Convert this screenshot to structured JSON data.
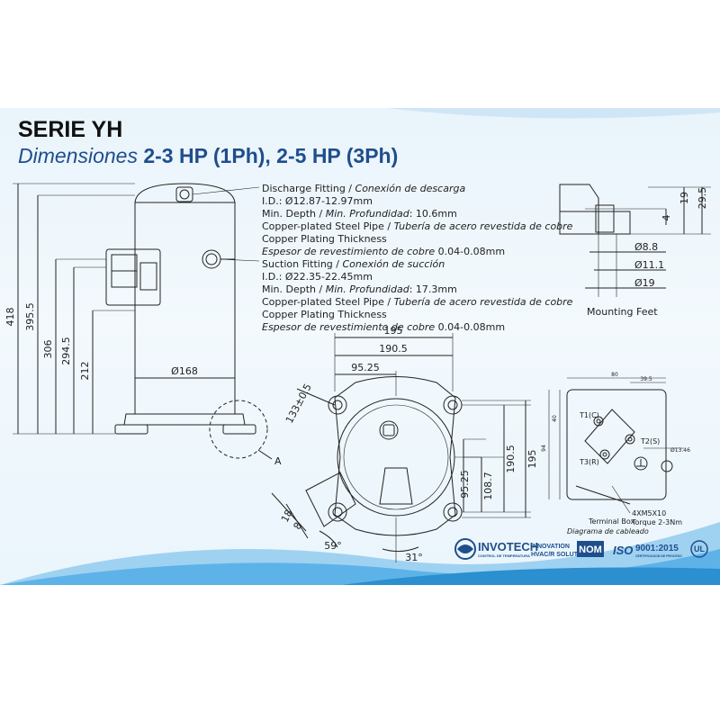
{
  "header": {
    "series_title": "SERIE YH",
    "subtitle_prefix": "Dimensiones",
    "subtitle_rest": "2-3 HP (1Ph), 2-5 HP (3Ph)"
  },
  "specs": {
    "discharge": {
      "heading": "Discharge Fitting",
      "heading_es": "Conexión de descarga",
      "id": "I.D.: Ø12.87-12.97mm",
      "depth_label": "Min. Depth",
      "depth_label_es": "Min. Profundidad",
      "depth_value": ": 10.6mm",
      "pipe": "Copper-plated Steel Pipe",
      "pipe_es": "Tubería de acero revestida de cobre",
      "plating": "Copper Plating Thickness",
      "plating_es": "Espesor de revestimiento de cobre",
      "plating_value": " 0.04-0.08mm"
    },
    "suction": {
      "heading": "Suction Fitting",
      "heading_es": "Conexión de succión",
      "id": "I.D.: Ø22.35-22.45mm",
      "depth_label": "Min. Depth",
      "depth_label_es": "Min. Profundidad",
      "depth_value": ": 17.3mm",
      "pipe": "Copper-plated Steel Pipe",
      "pipe_es": "Tubería de acero revestida de cobre",
      "plating": "Copper Plating Thickness",
      "plating_es": "Espesor de revestimiento de cobre",
      "plating_value": " 0.04-0.08mm"
    }
  },
  "side_view": {
    "heights": [
      "418",
      "395.5",
      "306",
      "294.5",
      "212"
    ],
    "diameter": "Ø168",
    "detail_marker": "A"
  },
  "top_view": {
    "widths": [
      "195",
      "190.5",
      "95.25"
    ],
    "heights": [
      "190.5",
      "195",
      "95.25",
      "108.7"
    ],
    "mount_distance": "133±0.5",
    "foot_dims": [
      "18",
      "8"
    ],
    "angle_left": "59°",
    "angle_bottom": "31°"
  },
  "mounting_feet": {
    "label": "Mounting Feet",
    "dims": [
      "19",
      "29.5",
      "4",
      "Ø8.8",
      "Ø11.1",
      "Ø19"
    ]
  },
  "terminal_box": {
    "title": "Terminal Box",
    "title_es": "Diagrama de cableado",
    "screw": "4XM5X10",
    "torque": "Torque 2-3Nm",
    "dims": [
      "80",
      "39.5",
      "40",
      "94",
      "Ø13.46"
    ],
    "terminals": [
      "T1(C)",
      "T2(S)",
      "T3(R)"
    ]
  },
  "footer": {
    "brand": "INVOTECH",
    "brand_tag": "CONTROL DE TEMPERATURA",
    "tagline_1": "INNOVATION",
    "tagline_2": "HVAC/R SOLUTION",
    "nom": "NOM",
    "iso": "ISO",
    "iso_std": "9001:2015",
    "iso_sub": "CERTIFICACION DE PROCESO",
    "ul": "UL"
  },
  "colors": {
    "line": "#222222",
    "accent": "#1f4e8c",
    "wave": "#2b8fd0"
  }
}
